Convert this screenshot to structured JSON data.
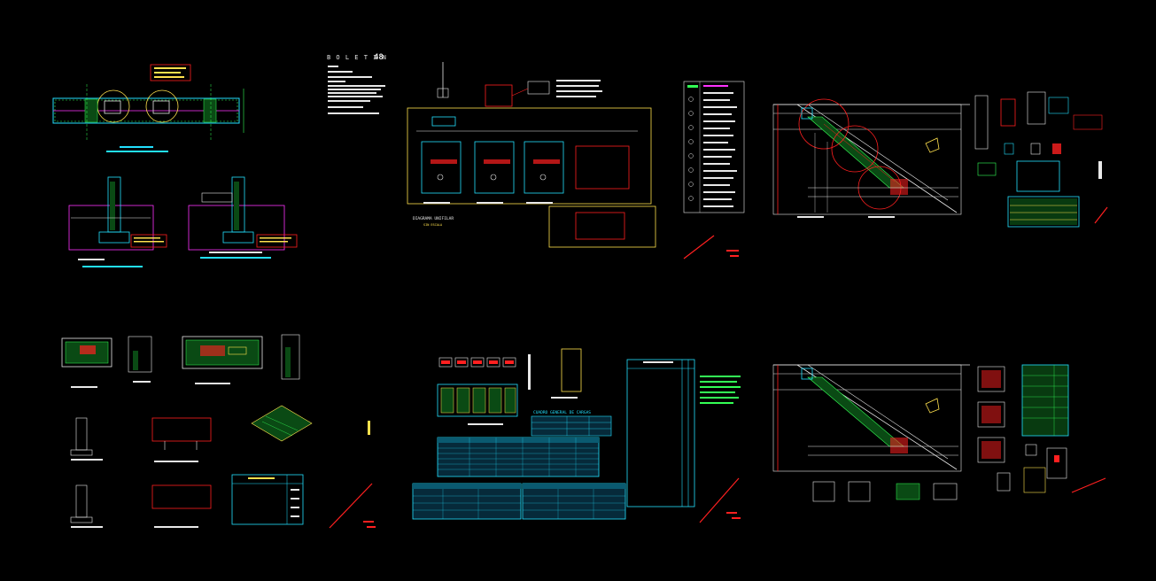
{
  "sheet_bulletin": {
    "title": "B O L E T I N",
    "number": "48"
  },
  "sheet_single_line": {
    "title": "DIAGRAMA UNIFILAR",
    "scale": "SIN ESCALA"
  },
  "sheet_loads": {
    "table_title": "CUADRO GENERAL DE CARGAS"
  },
  "colors": {
    "background": "#000000",
    "cyan": "#22e0ff",
    "yellow": "#ffe14d",
    "red": "#ff2020",
    "green": "#33ff55",
    "magenta": "#ff33ff",
    "white": "#e8e8e8"
  }
}
